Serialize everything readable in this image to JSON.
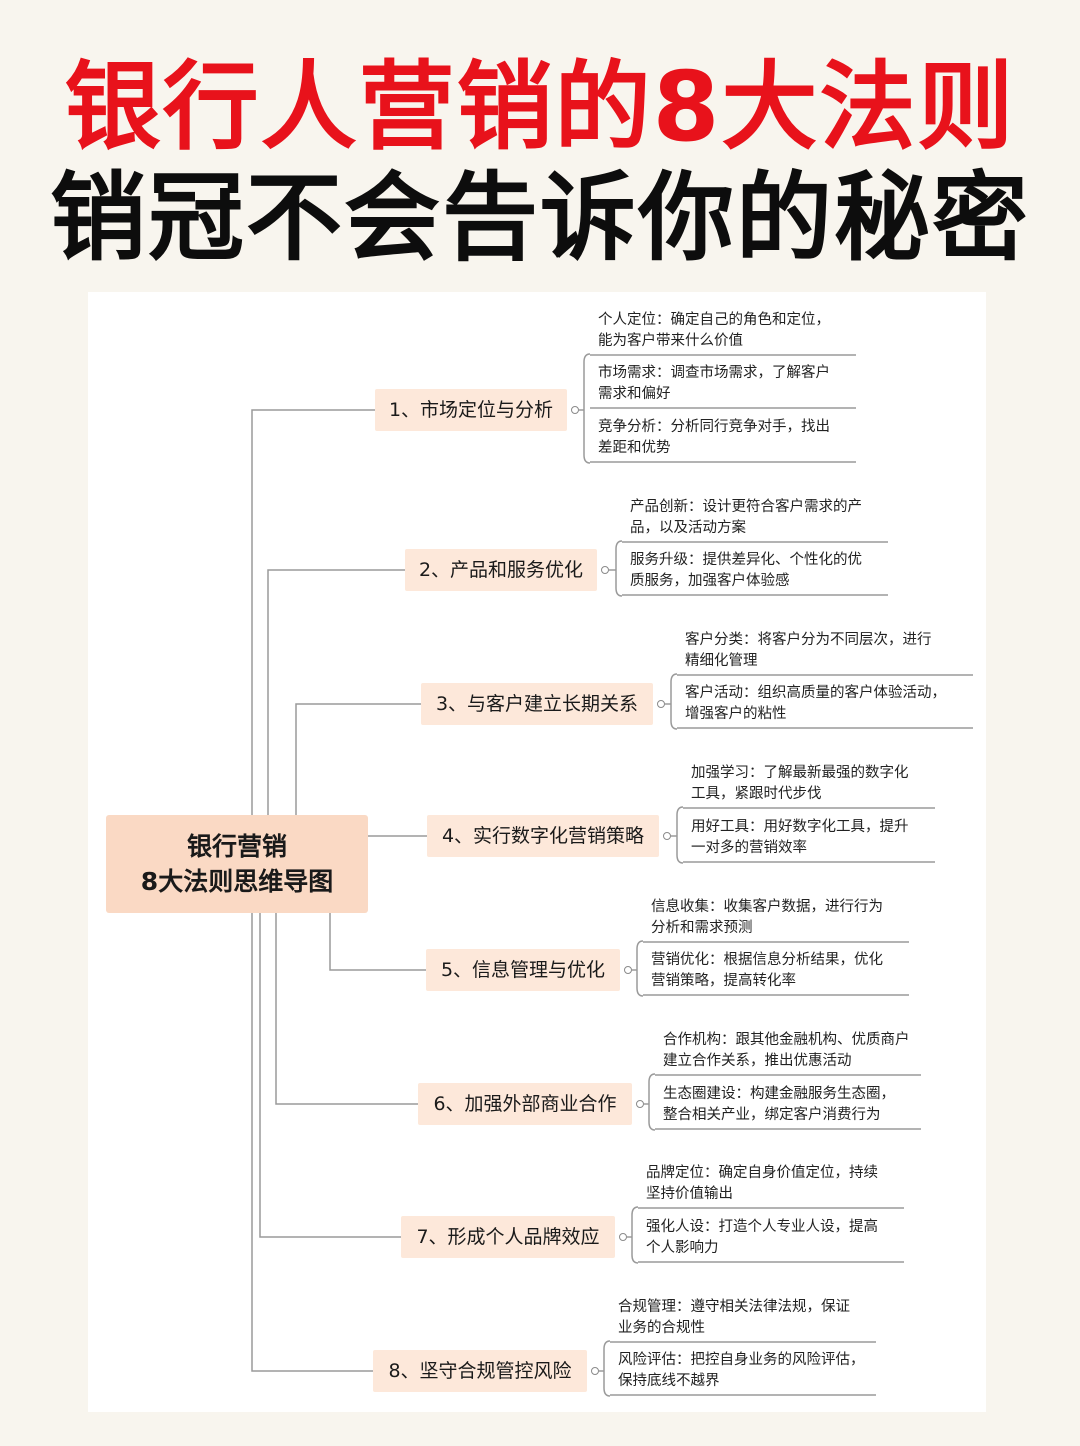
{
  "title": {
    "line1": "银行人营销的8大法则",
    "line2": "销冠不会告诉你的秘密"
  },
  "colors": {
    "title_red": "#e8121b",
    "center_fill": "#fad9c4",
    "branch_fill": "#fde8da",
    "line": "#9a9a9a"
  },
  "center": {
    "line1": "银行营销",
    "line2": "8大法则思维导图"
  },
  "branches": [
    {
      "label": "1、市场定位与分析",
      "leaves": [
        {
          "line1": "个人定位：确定自己的角色和定位，",
          "line2": "能为客户带来什么价值"
        },
        {
          "line1": "市场需求：调查市场需求，了解客户",
          "line2": "需求和偏好"
        },
        {
          "line1": "竞争分析：分析同行竞争对手，找出",
          "line2": "差距和优势"
        }
      ]
    },
    {
      "label": "2、产品和服务优化",
      "leaves": [
        {
          "line1": "产品创新：设计更符合客户需求的产",
          "line2": "品，以及活动方案"
        },
        {
          "line1": "服务升级：提供差异化、个性化的优",
          "line2": "质服务，加强客户体验感"
        }
      ]
    },
    {
      "label": "3、与客户建立长期关系",
      "leaves": [
        {
          "line1": "客户分类：将客户分为不同层次，进行",
          "line2": "精细化管理"
        },
        {
          "line1": "客户活动：组织高质量的客户体验活动，",
          "line2": "增强客户的粘性"
        }
      ]
    },
    {
      "label": "4、实行数字化营销策略",
      "leaves": [
        {
          "line1": "加强学习：了解最新最强的数字化",
          "line2": "工具，紧跟时代步伐"
        },
        {
          "line1": "用好工具：用好数字化工具，提升",
          "line2": "一对多的营销效率"
        }
      ]
    },
    {
      "label": "5、信息管理与优化",
      "leaves": [
        {
          "line1": "信息收集：收集客户数据，进行行为",
          "line2": "分析和需求预测"
        },
        {
          "line1": "营销优化：根据信息分析结果，优化",
          "line2": "营销策略，提高转化率"
        }
      ]
    },
    {
      "label": "6、加强外部商业合作",
      "leaves": [
        {
          "line1": "合作机构：跟其他金融机构、优质商户",
          "line2": "建立合作关系，推出优惠活动"
        },
        {
          "line1": "生态圈建设：构建金融服务生态圈，",
          "line2": "整合相关产业，绑定客户消费行为"
        }
      ]
    },
    {
      "label": "7、形成个人品牌效应",
      "leaves": [
        {
          "line1": "品牌定位：确定自身价值定位，持续",
          "line2": "坚持价值输出"
        },
        {
          "line1": "强化人设：打造个人专业人设，提高",
          "line2": "个人影响力"
        }
      ]
    },
    {
      "label": "8、坚守合规管控风险",
      "leaves": [
        {
          "line1": "合规管理：遵守相关法律法规，保证",
          "line2": "业务的合规性"
        },
        {
          "line1": "风险评估：把控自身业务的风险评估，",
          "line2": "保持底线不越界"
        }
      ]
    }
  ]
}
